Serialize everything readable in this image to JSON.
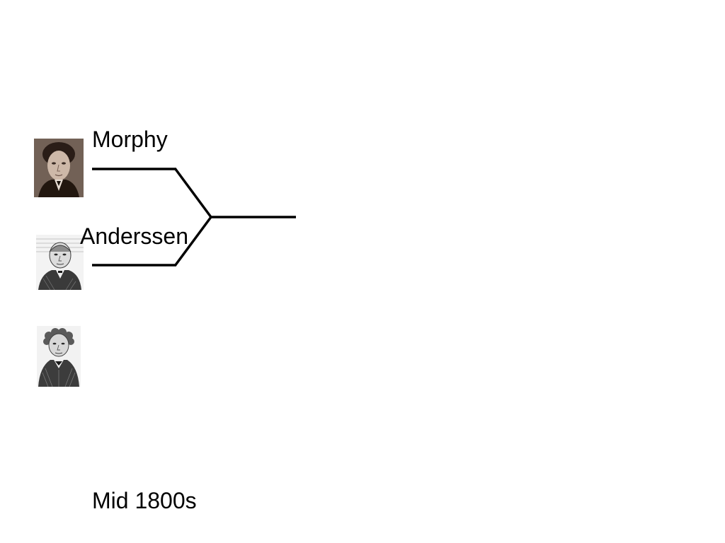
{
  "players": [
    {
      "name": "Morphy",
      "portrait_icon": "portrait-morphy-icon"
    },
    {
      "name": "Anderssen",
      "portrait_icon": "portrait-anderssen-icon"
    },
    {
      "name": "",
      "portrait_icon": "portrait-third-player-icon"
    }
  ],
  "era_label": "Mid 1800s",
  "colors": {
    "background": "#ffffff",
    "text": "#000000",
    "bracket_line": "#000000",
    "sepia_portrait": "#6b5a4e",
    "engraving_ink": "#2b2b2b"
  }
}
